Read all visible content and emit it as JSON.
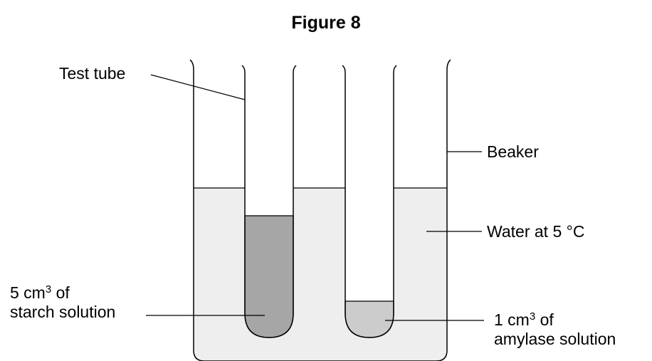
{
  "title": "Figure 8",
  "labels": {
    "test_tube": "Test tube",
    "beaker": "Beaker",
    "water": "Water at 5 °C",
    "starch": {
      "line1_pre": "5 cm",
      "line1_sup": "3",
      "line1_post": " of",
      "line2": "starch solution"
    },
    "amylase": {
      "line1_pre": "1 cm",
      "line1_sup": "3",
      "line1_post": " of",
      "line2": "amylase solution"
    }
  },
  "colors": {
    "water": "#eeeeee",
    "starch_solution": "#a6a6a6",
    "amylase_solution": "#cccccc",
    "outline": "#000000"
  }
}
